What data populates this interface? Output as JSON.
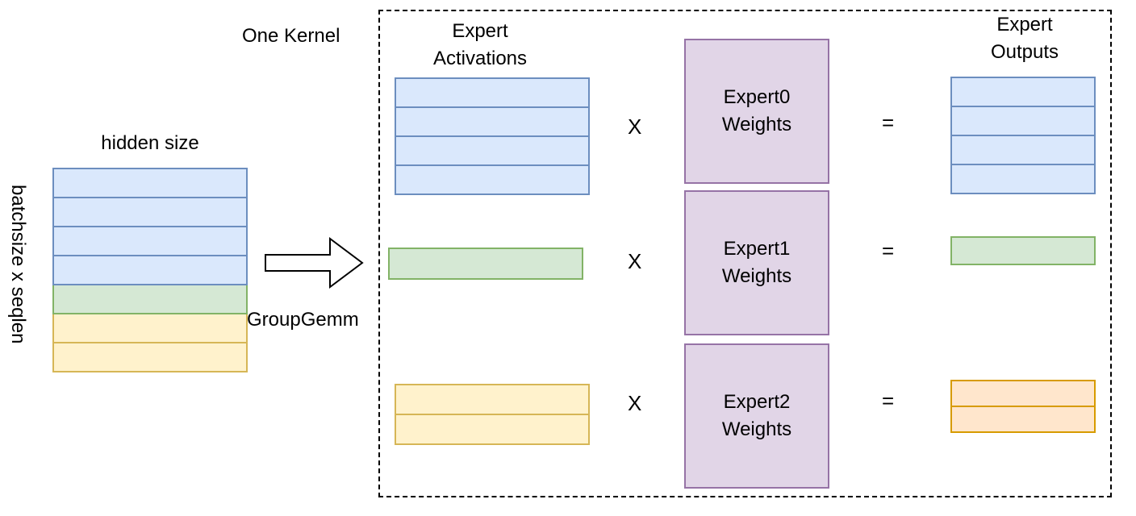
{
  "left_matrix": {
    "columns_label": "hidden size",
    "rows_label": "batchsize x seqlen"
  },
  "arrow_label": "GroupGemm",
  "kernel_label": "One Kernel",
  "activations_header": "Expert\nActivations",
  "outputs_header": "Expert\nOutputs",
  "experts": [
    {
      "weights_label": "Expert0\nWeights",
      "multiply": "X",
      "equals": "="
    },
    {
      "weights_label": "Expert1\nWeights",
      "multiply": "X",
      "equals": "="
    },
    {
      "weights_label": "Expert2\nWeights",
      "multiply": "X",
      "equals": "="
    }
  ],
  "colors": {
    "blue_fill": "#dae8fc",
    "blue_stroke": "#6c8ebf",
    "green_fill": "#d5e8d4",
    "green_stroke": "#82b366",
    "yellow_fill": "#fff2cc",
    "yellow_stroke": "#d6b656",
    "orange_fill": "#ffe6cc",
    "orange_stroke": "#d79b00",
    "purple_fill": "#e1d5e7",
    "purple_stroke": "#9673a6"
  }
}
